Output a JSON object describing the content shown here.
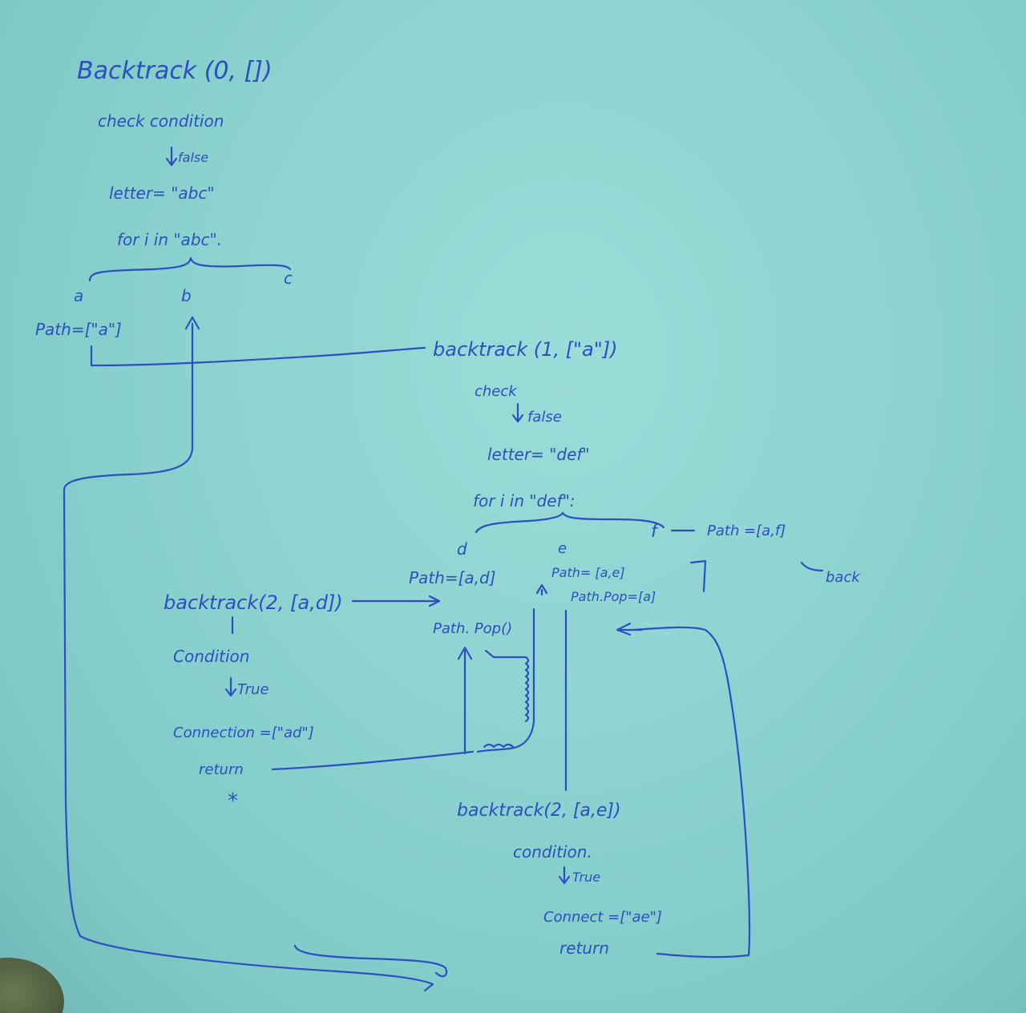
{
  "diagram": {
    "root": {
      "call": "Backtrack (0, [])",
      "check": "check condition",
      "result": "false",
      "letters": "letter= \"abc\"",
      "loop": "for i in \"abc\".",
      "branches": [
        "a",
        "b",
        "c"
      ],
      "path": "Path=[\"a\"]"
    },
    "level1": {
      "call": "backtrack (1, [\"a\"])",
      "check": "check",
      "result": "false",
      "letters": "letter= \"def\"",
      "loop": "for i in \"def\":",
      "branches": [
        "d",
        "e",
        "f"
      ],
      "path_d": "Path=[a,d]",
      "path_e": "Path= [a,e]",
      "path_f": "Path =[a,f]",
      "pop_d": "Path. Pop()",
      "pop_e": "Path.Pop=[a]",
      "back": "back"
    },
    "leaf_ad": {
      "call": "backtrack(2, [a,d])",
      "condition": "Condition",
      "result": "True",
      "combination": "Connection =[\"ad\"]",
      "return": "return",
      "star": "*"
    },
    "leaf_ae": {
      "call": "backtrack(2, [a,e])",
      "condition": "condition.",
      "result": "True",
      "combination": "Connect =[\"ae\"]",
      "return": "return"
    }
  }
}
